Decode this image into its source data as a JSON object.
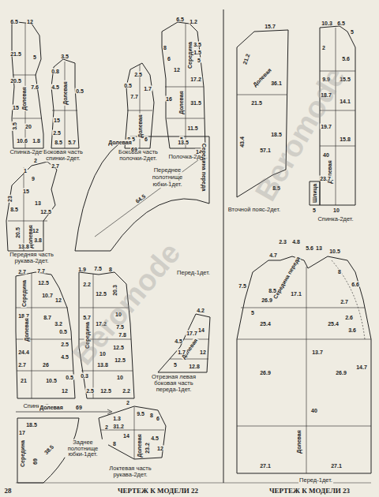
{
  "diagram": {
    "labels": [
      "6.5",
      "12",
      "21.5",
      "5",
      "20.5",
      "7.6",
      "Долевая",
      "15",
      "3.5",
      "20",
      "10.6",
      "1.8",
      "Спинка-2дет.",
      "0.8",
      "3.5",
      "4.5",
      "Долевая",
      "0.5",
      "15",
      "2.5",
      "8.5",
      "5.7",
      "Боковая часть",
      "спинки-2дет.",
      "0.5",
      "2.5",
      "7.7",
      "1.7",
      "Долевая",
      "8.5",
      "6",
      "Боковая часть",
      "полочки-2дет.",
      "6.5",
      "1.2",
      "8",
      "6",
      "12",
      "3.5",
      "1.5",
      "5",
      "Середина",
      "Долевая",
      "17.2",
      "31.5",
      "16",
      "11.5",
      "5",
      "Полочка-2дет.",
      "2",
      "1",
      "9",
      "15",
      "2.7",
      "13",
      "12.5",
      "8.5",
      "20.5",
      "12",
      "Долевая",
      "23",
      "3.8",
      "13.8",
      "Передняя часть",
      "рукава-2дет.",
      "Долевая",
      "69",
      "13.5",
      "14",
      "Переднее",
      "полотнище",
      "юбки-1дет.",
      "64.5",
      "Середина переда",
      "Перед-1дет.",
      "2.7",
      "7.7",
      "Середина",
      "12.5",
      "10.7",
      "12",
      "18.7",
      "Долевая",
      "24.4",
      "8.7",
      "0.5",
      "3.2",
      "2.5",
      "4.5",
      "2.7",
      "26",
      "0.5",
      "21",
      "10.5",
      "12",
      "Спинка-2дет.",
      "1.9",
      "7.5",
      "8",
      "2.2",
      "20.3",
      "12.5",
      "Середина",
      "17.2",
      "5.7",
      "10",
      "7.5",
      "7.8",
      "12.5",
      "12.5",
      "10",
      "13.8",
      "0.3",
      "10",
      "2.5",
      "12.5",
      "2.2",
      "4.2",
      "14",
      "17.7",
      "Долевая",
      "12",
      "4.5",
      "1.7",
      "5",
      "12.8",
      "Отрезная левая",
      "боковая часть",
      "переда-1дет.",
      "18.5",
      "17",
      "Середина",
      "69",
      "Долевая",
      "69",
      "38.5",
      "Заднее полотнище юбки-1дет.",
      "2",
      "9.5",
      "8",
      "1.3",
      "31.2",
      "14",
      "6",
      "4.5",
      "23.2",
      "Долевая",
      "12",
      "8",
      "2",
      "Локтевая часть рукава-2дет.",
      "15.7",
      "21.2",
      "Долевая",
      "36.1",
      "21.5",
      "43.4",
      "57.1",
      "18.5",
      "8.5",
      "Вточной пояс-2дет.",
      "10.3",
      "6.5",
      "5",
      "2",
      "5.6",
      "9.9",
      "15.5",
      "18.7",
      "14.1",
      "19.7",
      "15.8",
      "40",
      "Долевая",
      "23.7",
      "Шлица",
      "5",
      "10",
      "Спинка-2дет.",
      "2.3",
      "4.8",
      "5.6",
      "13",
      "10.5",
      "4.7",
      "7.5",
      "Середина переда",
      "8.5",
      "17.1",
      "26.9",
      "8",
      "6.6",
      "2.7",
      "25.4",
      "25.4",
      "5",
      "13.7",
      "2.6",
      "3.6",
      "14.7",
      "26.9",
      "26.9",
      "40",
      "Долевая",
      "27.1",
      "27.1",
      "Перед-1дет.",
      "28",
      "ЧЕРТЕЖ К МОДЕЛИ 22",
      "ЧЕРТЕЖ К МОДЕЛИ 23",
      "Beromode",
      "Beromode"
    ]
  }
}
